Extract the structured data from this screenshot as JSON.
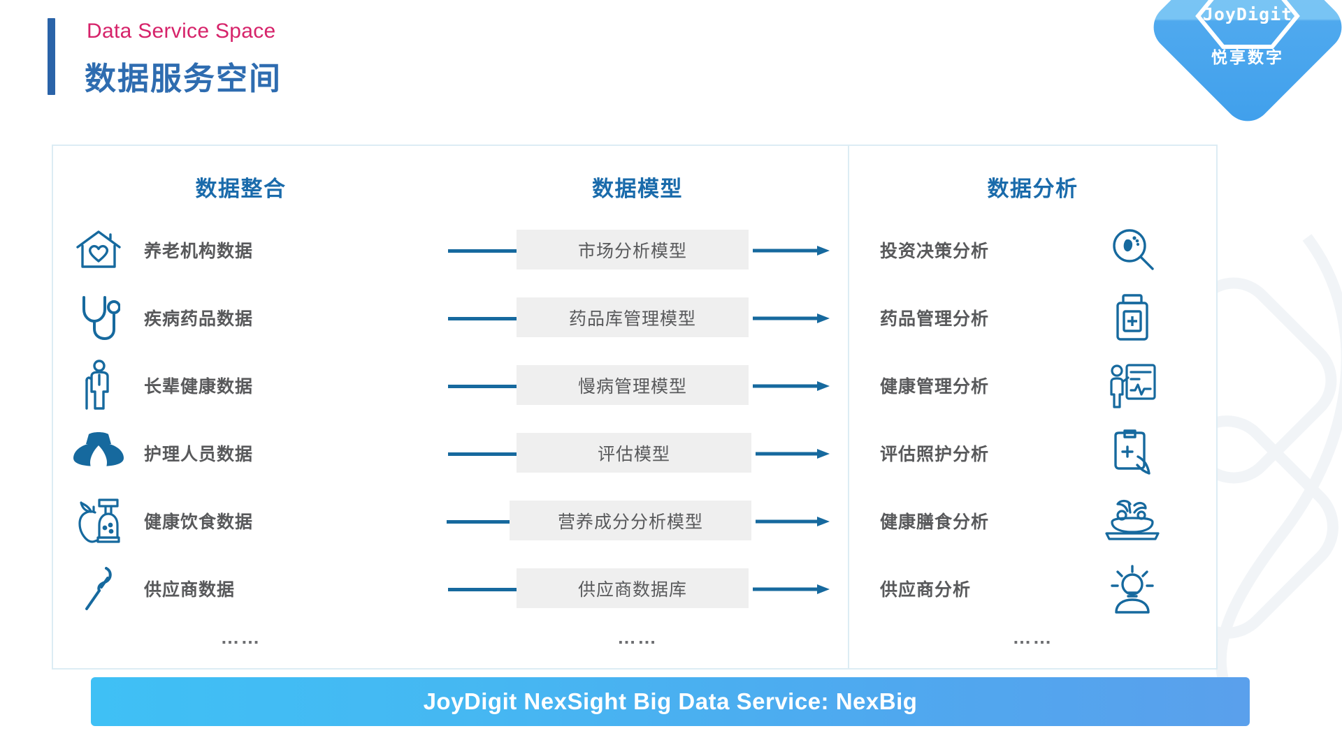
{
  "header": {
    "eng_title": "Data Service Space",
    "cn_title": "数据服务空间"
  },
  "logo": {
    "name": "JoyDigit",
    "sub": "悦享数字"
  },
  "columns": {
    "left": {
      "title": "数据整合",
      "items": [
        {
          "label": "养老机构数据",
          "icon": "house-heart-icon"
        },
        {
          "label": "疾病药品数据",
          "icon": "stethoscope-icon"
        },
        {
          "label": "长辈健康数据",
          "icon": "elder-person-icon"
        },
        {
          "label": "护理人员数据",
          "icon": "nurse-icon"
        },
        {
          "label": "健康饮食数据",
          "icon": "apple-food-icon"
        },
        {
          "label": "供应商数据",
          "icon": "supplier-tool-icon"
        }
      ],
      "more": "……"
    },
    "middle": {
      "title": "数据模型",
      "items": [
        {
          "label": "市场分析模型"
        },
        {
          "label": "药品库管理模型"
        },
        {
          "label": "慢病管理模型"
        },
        {
          "label": "评估模型"
        },
        {
          "label": "营养成分分析模型"
        },
        {
          "label": "供应商数据库"
        }
      ],
      "more": "……"
    },
    "right": {
      "title": "数据分析",
      "items": [
        {
          "label": "投资决策分析",
          "icon": "foot-magnifier-icon"
        },
        {
          "label": "药品管理分析",
          "icon": "medicine-bottle-icon"
        },
        {
          "label": "健康管理分析",
          "icon": "health-chart-icon"
        },
        {
          "label": "评估照护分析",
          "icon": "clipboard-plus-icon"
        },
        {
          "label": "健康膳食分析",
          "icon": "salad-plate-icon"
        },
        {
          "label": "供应商分析",
          "icon": "person-bulb-icon"
        }
      ],
      "more": "……"
    }
  },
  "banner": {
    "text": "JoyDigit NexSight Big Data Service: NexBig"
  },
  "colors": {
    "accent_blue": "#1a6bab",
    "icon_blue": "#16699e",
    "magenta": "#d6236a",
    "title_blue": "#2e6cb0",
    "label_gray": "#58595b",
    "box_gray": "#efefef",
    "panel_border": "#dcecf4",
    "banner_from": "#3fc0f5",
    "banner_to": "#5aa0ec"
  }
}
